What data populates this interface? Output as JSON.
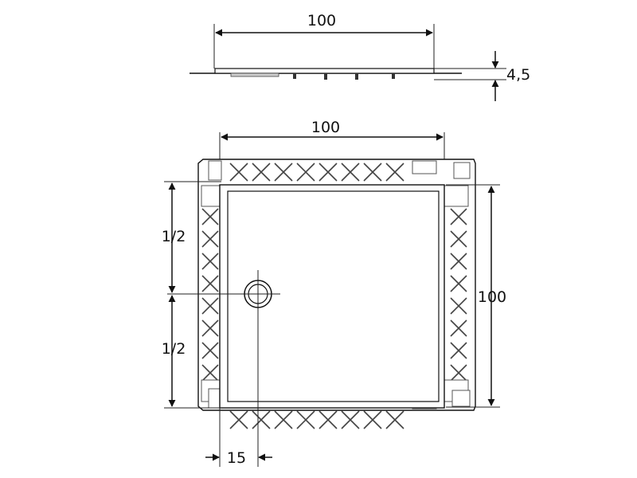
{
  "drawing": {
    "side_view": {
      "width_label": "100",
      "thickness_label": "4,5"
    },
    "top_view": {
      "width_label": "100",
      "depth_label": "100",
      "half_upper_label": "1/2",
      "half_lower_label": "1/2",
      "drain_offset_label": "15"
    },
    "colors": {
      "line": "#111111",
      "frame": "#444444",
      "background": "#ffffff"
    }
  }
}
